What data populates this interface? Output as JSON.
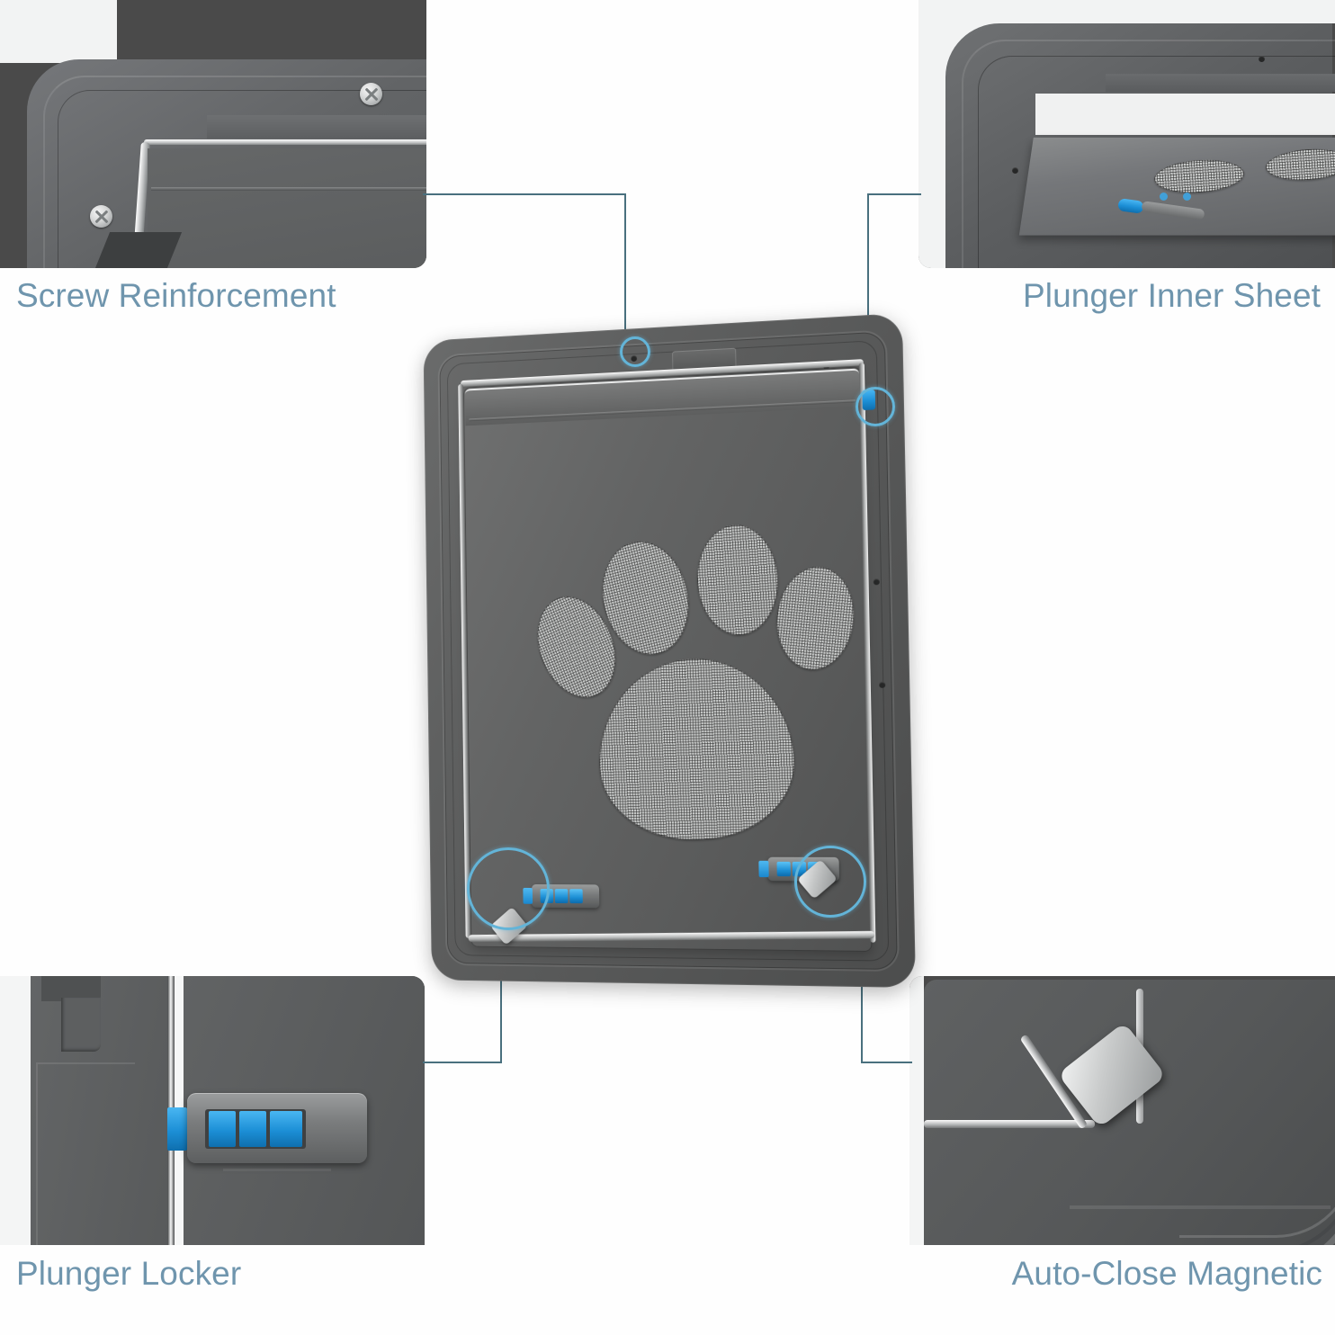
{
  "page": {
    "title": "Magnetic Pet Screen Door — Feature Callouts",
    "background_color": "#fefefe",
    "label_color": "#6f95ad",
    "accent_color": "#49b6f2",
    "leader_line_color": "#49707e",
    "marker_color": "#63b4d8",
    "frame_color": "#5a5b5b",
    "mesh_color": "#c9cbca"
  },
  "callouts": [
    {
      "id": "screw-reinforcement",
      "label": "Screw Reinforcement",
      "position": "top-left",
      "panel_alt": "Close-up of the pet door frame corner showing two silver phillips-head reinforcement screws set into the dark grey plastic frame.",
      "hotspot": "top center of frame"
    },
    {
      "id": "plunger-inner-sheet",
      "label": "Plunger Inner Sheet",
      "position": "top-right",
      "panel_alt": "Close-up of the upper corner with the inner flap sheet lifted, revealing a blue plunger pin on the inner sheet.",
      "hotspot": "upper right hinge area"
    },
    {
      "id": "plunger-locker",
      "label": "Plunger Locker",
      "position": "bottom-left",
      "panel_alt": "Close-up of the grey slide lock with three bright blue segments that locks the flap closed.",
      "hotspot": "lower left of flap"
    },
    {
      "id": "auto-close-magnetic",
      "label": "Auto-Close Magnetic",
      "position": "bottom-right",
      "panel_alt": "Close-up of the rounded lower corner showing a light grey magnet block that pulls the flap shut automatically.",
      "hotspot": "lower right of flap"
    }
  ],
  "product": {
    "name": "Magnetic pet screen door",
    "description": "Dark grey rectangular screen door with rounded corners and a paw-print shaped mesh cut-out",
    "mesh_shapes": [
      "toe-1",
      "toe-2",
      "toe-3",
      "toe-4",
      "main-pad"
    ],
    "latch_count": 2,
    "magnet_count": 2
  }
}
